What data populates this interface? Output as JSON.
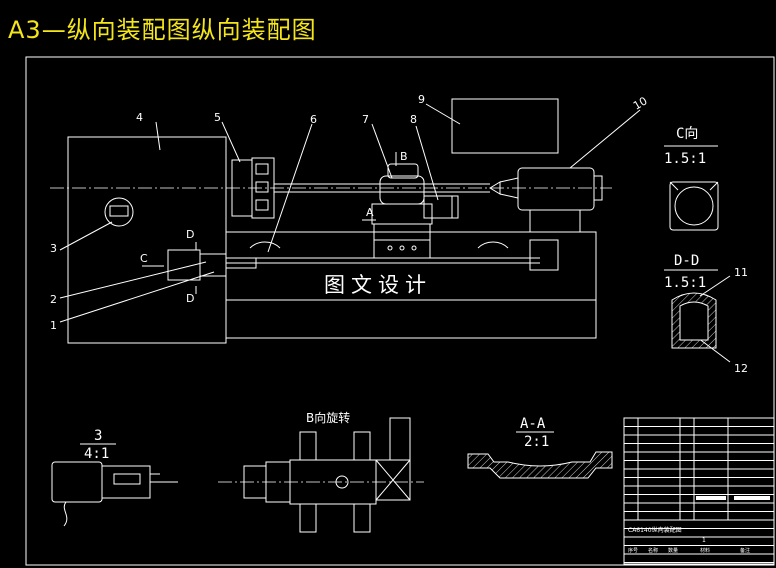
{
  "title": "A3—纵向装配图纵向装配图",
  "part_numbers": [
    "1",
    "2",
    "3",
    "4",
    "5",
    "6",
    "7",
    "8",
    "9",
    "10",
    "11",
    "12"
  ],
  "view_labels": {
    "view_c": "C向",
    "view_c_scale": "1.5:1",
    "section_dd": "D-D",
    "section_dd_scale": "1.5:1",
    "detail_3": "3",
    "detail_3_scale": "4:1",
    "view_b": "B向旋转",
    "section_aa": "A-A",
    "section_aa_scale": "2:1",
    "arrow_b": "B",
    "arrow_a": "A",
    "arrow_c": "C",
    "arrow_d1": "D",
    "arrow_d2": "D"
  },
  "watermark": "图文设计",
  "title_block": {
    "drawing_name": "CA6140纵向装配图",
    "quantity": "1",
    "row_labels": [
      "序号",
      "名称",
      "数量",
      "材料",
      "备注"
    ]
  }
}
